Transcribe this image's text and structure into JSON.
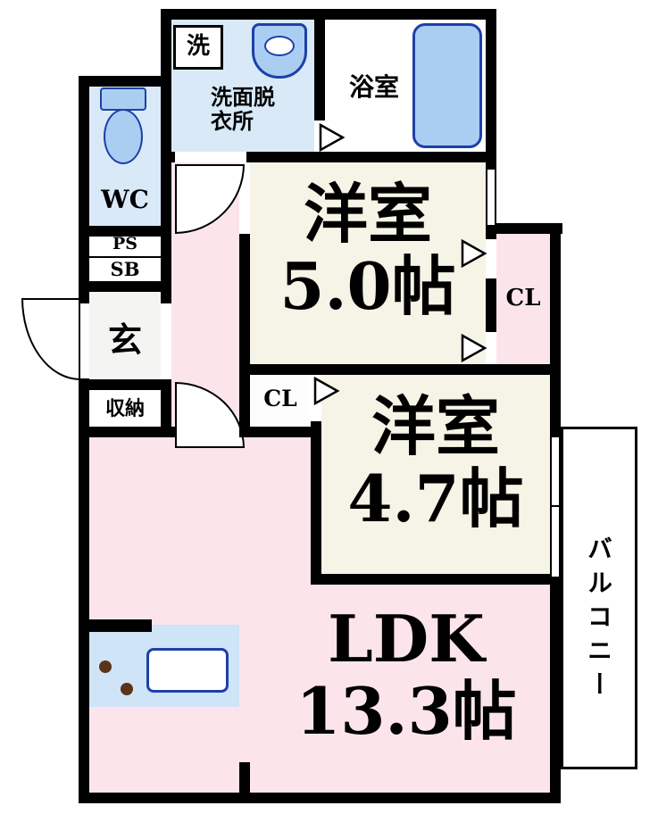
{
  "labels": {
    "washer": "洗",
    "washroom_l1": "洗面脱",
    "washroom_l2": "衣所",
    "bathroom": "浴室",
    "wc": "WC",
    "ps": "PS",
    "sb": "SB",
    "entrance": "玄",
    "storage": "収納",
    "room1_name": "洋室",
    "room1_size": "5.0帖",
    "closet_right": "CL",
    "closet_center": "CL",
    "room2_name": "洋室",
    "room2_size": "4.7帖",
    "ldk_name": "LDK",
    "ldk_size": "13.3帖",
    "balcony": "バルコニー"
  },
  "colors": {
    "wall": "#000000",
    "room_pink": "#fbe5eb",
    "room_cream": "#f6f4e6",
    "water_area_blue": "#d9e9f8",
    "kitchen_blue": "#cfe4f6",
    "fixture_fill": "#aacef2",
    "fixture_border": "#1e40a8",
    "burner_brown": "#5c3317"
  }
}
